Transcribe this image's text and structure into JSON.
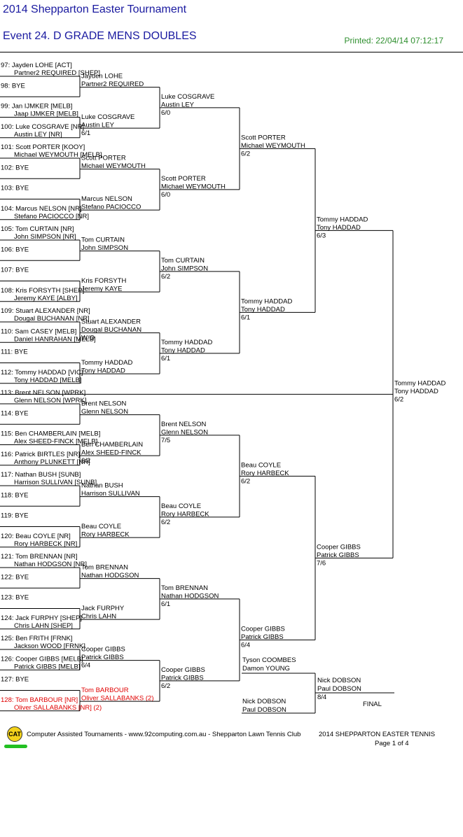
{
  "header": {
    "tournament": "2014 Shepparton Easter Tournament",
    "event": "Event 24. D GRADE MENS DOUBLES",
    "printed": "Printed: 22/04/14 07:12:17"
  },
  "colors": {
    "title": "#1a1aa0",
    "printed": "#2f8f2f",
    "highlight": "#e00000"
  },
  "draw": [
    {
      "no": "97:",
      "p1": "Jayden LOHE [ACT]",
      "p2": "Partner2 REQUIRED [SHEP]"
    },
    {
      "no": "98:",
      "p1": "BYE",
      "p2": ""
    },
    {
      "no": "99:",
      "p1": "Jan IJMKER [MELB]",
      "p2": "Jaap IJMKER [MELB]"
    },
    {
      "no": "100:",
      "p1": "Luke COSGRAVE [NR]",
      "p2": "Austin LEY [NR]"
    },
    {
      "no": "101:",
      "p1": "Scott PORTER [KOOY]",
      "p2": "Michael WEYMOUTH [MELB]"
    },
    {
      "no": "102:",
      "p1": "BYE",
      "p2": ""
    },
    {
      "no": "103:",
      "p1": "BYE",
      "p2": ""
    },
    {
      "no": "104:",
      "p1": "Marcus NELSON [NR]",
      "p2": "Stefano PACIOCCO [NR]"
    },
    {
      "no": "105:",
      "p1": "Tom CURTAIN [NR]",
      "p2": "John SIMPSON [NR]"
    },
    {
      "no": "106:",
      "p1": "BYE",
      "p2": ""
    },
    {
      "no": "107:",
      "p1": "BYE",
      "p2": ""
    },
    {
      "no": "108:",
      "p1": "Kris FORSYTH [SHEP]",
      "p2": "Jeremy KAYE [ALBY]"
    },
    {
      "no": "109:",
      "p1": "Stuart ALEXANDER [NR]",
      "p2": "Dougal BUCHANAN [NR]"
    },
    {
      "no": "110:",
      "p1": "Sam CASEY [MELB]",
      "p2": "Daniel HANRAHAN [MELB]"
    },
    {
      "no": "111:",
      "p1": "BYE",
      "p2": ""
    },
    {
      "no": "112:",
      "p1": "Tommy HADDAD [VIC]",
      "p2": "Tony HADDAD [MELB]"
    },
    {
      "no": "113:",
      "p1": "Brent NELSON [WPRK]",
      "p2": "Glenn NELSON [WPRK]"
    },
    {
      "no": "114:",
      "p1": "BYE",
      "p2": ""
    },
    {
      "no": "115:",
      "p1": "Ben CHAMBERLAIN [MELB]",
      "p2": "Alex SHEED-FINCK [MELB]"
    },
    {
      "no": "116:",
      "p1": "Patrick BIRTLES [NR]",
      "p2": "Anthony PLUNKETT [NR]"
    },
    {
      "no": "117:",
      "p1": "Nathan BUSH [SUNB]",
      "p2": "Harrison SULLIVAN [SUNB]"
    },
    {
      "no": "118:",
      "p1": "BYE",
      "p2": ""
    },
    {
      "no": "119:",
      "p1": "BYE",
      "p2": ""
    },
    {
      "no": "120:",
      "p1": "Beau COYLE [NR]",
      "p2": "Rory HARBECK [NR]"
    },
    {
      "no": "121:",
      "p1": "Tom BRENNAN [NR]",
      "p2": "Nathan HODGSON [NR]"
    },
    {
      "no": "122:",
      "p1": "BYE",
      "p2": ""
    },
    {
      "no": "123:",
      "p1": "BYE",
      "p2": ""
    },
    {
      "no": "124:",
      "p1": "Jack FURPHY [SHEP]",
      "p2": "Chris LAHN [SHEP]"
    },
    {
      "no": "125:",
      "p1": "Ben FRITH [FRNK]",
      "p2": "Jackson WOOD [FRNK]"
    },
    {
      "no": "126:",
      "p1": "Cooper GIBBS [MELB]",
      "p2": "Patrick GIBBS [MELB]"
    },
    {
      "no": "127:",
      "p1": "BYE",
      "p2": ""
    },
    {
      "no": "128:",
      "p1": "Tom BARBOUR [NR]",
      "p2": "Oliver SALLABANKS [NR] (2)",
      "highlight": true
    }
  ],
  "rounds": [
    [
      {
        "a": "Jayden LOHE",
        "b": "Partner2 REQUIRED",
        "score": ""
      },
      {
        "a": "Luke COSGRAVE",
        "b": "Austin LEY",
        "score": "6/1"
      },
      {
        "a": "Scott PORTER",
        "b": "Michael WEYMOUTH",
        "score": ""
      },
      {
        "a": "Marcus NELSON",
        "b": "Stefano PACIOCCO",
        "score": ""
      },
      {
        "a": "Tom CURTAIN",
        "b": "John SIMPSON",
        "score": ""
      },
      {
        "a": "Kris FORSYTH",
        "b": "Jeremy KAYE",
        "score": ""
      },
      {
        "a": "Stuart ALEXANDER",
        "b": "Dougal BUCHANAN",
        "score": "W/O"
      },
      {
        "a": "Tommy HADDAD",
        "b": "Tony HADDAD",
        "score": ""
      },
      {
        "a": "Brent NELSON",
        "b": "Glenn NELSON",
        "score": ""
      },
      {
        "a": "Ben CHAMBERLAIN",
        "b": "Alex SHEED-FINCK",
        "score": "6/2"
      },
      {
        "a": "Nathan BUSH",
        "b": "Harrison SULLIVAN",
        "score": ""
      },
      {
        "a": "Beau COYLE",
        "b": "Rory HARBECK",
        "score": ""
      },
      {
        "a": "Tom BRENNAN",
        "b": "Nathan HODGSON",
        "score": ""
      },
      {
        "a": "Jack FURPHY",
        "b": "Chris LAHN",
        "score": ""
      },
      {
        "a": "Cooper GIBBS",
        "b": "Patrick GIBBS",
        "score": "6/4"
      },
      {
        "a": "Tom BARBOUR",
        "b": "Oliver SALLABANKS (2)",
        "score": "",
        "highlight": true
      }
    ],
    [
      {
        "a": "Luke COSGRAVE",
        "b": "Austin LEY",
        "score": "6/0"
      },
      {
        "a": "Scott PORTER",
        "b": "Michael WEYMOUTH",
        "score": "6/0"
      },
      {
        "a": "Tom CURTAIN",
        "b": "John SIMPSON",
        "score": "6/2"
      },
      {
        "a": "Tommy HADDAD",
        "b": "Tony HADDAD",
        "score": "6/1"
      },
      {
        "a": "Brent NELSON",
        "b": "Glenn NELSON",
        "score": "7/5"
      },
      {
        "a": "Beau COYLE",
        "b": "Rory HARBECK",
        "score": "6/2"
      },
      {
        "a": "Tom BRENNAN",
        "b": "Nathan HODGSON",
        "score": "6/1"
      },
      {
        "a": "Cooper GIBBS",
        "b": "Patrick GIBBS",
        "score": "6/2"
      }
    ],
    [
      {
        "a": "Scott PORTER",
        "b": "Michael WEYMOUTH",
        "score": "6/2"
      },
      {
        "a": "Tommy HADDAD",
        "b": "Tony HADDAD",
        "score": "6/1"
      },
      {
        "a": "Beau COYLE",
        "b": "Rory HARBECK",
        "score": "6/2"
      },
      {
        "a": "Cooper GIBBS",
        "b": "Patrick GIBBS",
        "score": "6/4"
      }
    ],
    [
      {
        "a": "Tommy HADDAD",
        "b": "Tony HADDAD",
        "score": "6/3"
      },
      {
        "a": "Cooper GIBBS",
        "b": "Patrick GIBBS",
        "score": "7/6"
      }
    ],
    [
      {
        "a": "Tommy HADDAD",
        "b": "Tony HADDAD",
        "score": "6/2"
      }
    ]
  ],
  "final": {
    "top": {
      "a": "Tyson COOMBES",
      "b": "Damon YOUNG"
    },
    "bottom": {
      "a": "Nick DOBSON",
      "b": "Paul DOBSON"
    },
    "winner": {
      "a": "Nick DOBSON",
      "b": "Paul DOBSON",
      "score": "8/4"
    },
    "label": "FINAL"
  },
  "footer": {
    "logo": "CAT",
    "credits": "Computer Assisted Tournaments - www.92computing.com.au -  Shepparton Lawn Tennis Club",
    "event_name": "2014 SHEPPARTON EASTER TENNIS",
    "page": "Page 1 of 4"
  }
}
